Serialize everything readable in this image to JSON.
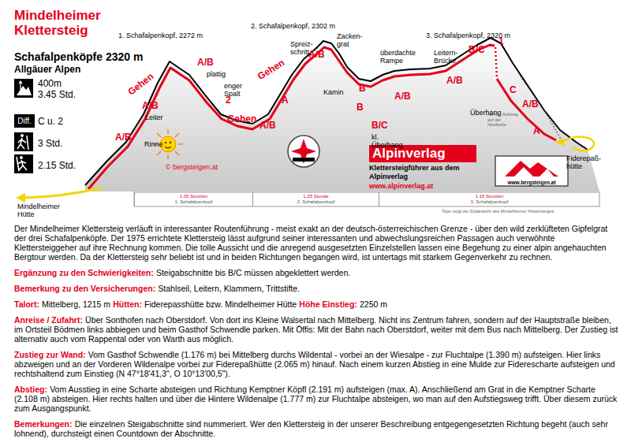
{
  "diagram": {
    "title": "Mindelheimer Klettersteig",
    "nodes": [
      {
        "text": [
          "Diff."
        ]
      },
      {
        "text": [
          "Alpinverlag"
        ]
      },
      {
        "text": [
          "www.bergsteigen.at"
        ]
      },
      {
        "text": [
          "1.05 Stunden",
          "1. Schafalpenkopf"
        ]
      },
      {
        "text": [
          "1.25 Stunde",
          "2. Schafalpenkopf"
        ]
      },
      {
        "text": [
          "1.15 Stunden",
          "3. Schafalpenkopf"
        ]
      }
    ],
    "labels": [
      "Schafalpenköpfe 2320 m",
      "Allgäuer Alpen",
      "400m",
      "3.45 Std.",
      "C u. 2",
      "3 Std.",
      "2.15 Std.",
      "1. Schafalpenkopf, 2272 m",
      "2. Schafalpenkopf, 2302 m",
      "3. Schafalpenkopf, 2320 m",
      "A/B",
      "Rinne",
      "A/B",
      "Leiter",
      "Gehen",
      "A/B",
      "plattig",
      "enger Spalt",
      "2",
      "Gehen",
      "A/B",
      "Gehen",
      "A",
      "Spreiz-schritt",
      "Zacken-grat",
      "A/B",
      "Kamin",
      "B",
      "B",
      "B/C",
      "kl. Überhang",
      "A/B",
      "überdachte Rampe",
      "Leitern-Brücke",
      "A/B",
      "B/C",
      "1",
      "Überhang",
      "C",
      "A/B",
      "A",
      "Ab hier Aufstieg auf der Nordseite",
      "Fiderepaß-hütte",
      "Mindelheimer Hütte",
      "© bergsteigen.at",
      "Klettersteigführer aus dem Alpinverlag",
      "www.alpinverlag.at",
      "Topo zeigt die Südansicht des Mindelheimer Klettersteiges",
      "Der Mindelheimer Klettersteig verläuft in interessanter Routenführung - meist exakt an der deutsch-österreichischen Grenze - über den wild zerklüfteten Gipfelgrat der drei Schafalpenköpfe. Der 1975 errichtete Klettersteig lässt aufgrund seiner interessanten und abwechslungsreichen Passagen auch verwöhnte Klettersteiggeher auf ihre Rechnung kommen. Die tolle Aussicht und die anregend ausgesetzten Einzelstellen lassen eine Begehung zu einer alpin angehauchten Bergtour werden. Da der Klettersteig sehr beliebt ist und in beiden Richtungen begangen wird, ist untertags mit starkem Gegenverkehr zu rechnen.",
      "Ergänzung zu den Schwierigkeiten:",
      "Steigabschnitte bis B/C müssen abgeklettert werden.",
      "Bemerkung zu den Versicherungen:",
      "Stahlseil, Leitern, Klammern, Trittstifte.",
      "Talort:",
      "Mittelberg, 1215 m",
      "Hütten:",
      "Fiderepasshütte bzw. Mindelheimer Hütte",
      "Höhe Einstieg:",
      "2250 m",
      "Anreise / Zufahrt:",
      "Über Sonthofen nach Oberstdorf. Von dort ins Kleine Walsertal nach Mittelberg. Nicht ins Zentrum fahren, sondern auf der Hauptstraße bleiben, im Ortsteil Bödmen links abbiegen und beim Gasthof Schwendle parken. Mit Öffis: Mit der Bahn nach Oberstdorf, weiter mit dem Bus nach Mittelberg. Der Zustieg ist alternativ auch vom Rappental oder von Warth aus möglich.",
      "Zustieg zur Wand:",
      "Vom Gasthof Schwendle (1.176 m) bei Mittelberg durchs Wildental - vorbei an der Wiesalpe - zur Fluchtalpe (1.390 m) aufsteigen. Hier links abzweigen und an der Vorderen Wildenalpe vorbei zur Fiderepaßhütte (2.065 m) hinauf. Nach einem kurzen Abstieg in eine Mulde zur Fiderescharte aufsteigen und rechtshaltend zum Einstieg (N 47°18'41,3\", O 10°13'00,5\").",
      "Abstieg:",
      "Vom Ausstieg in eine Scharte absteigen und Richtung Kemptner Köpfl (2.191 m) aufsteigen (max. A). Anschließend am Grat in die Kemptner Scharte (2.108 m) absteigen. Hier rechts halten und über die Hintere Wildenalpe (1.777 m) zur Fluchtalpe absteigen, wo man auf den Aufstiegsweg trifft. Über diesem zurück zum Ausgangspunkt.",
      "Bemerkungen:",
      "Die einzelnen Steigabschnitte sind nummeriert. Wer den Klettersteig in der unserer Beschreibung entgegengesetzten Richtung begeht (auch sehr lohnend), durchsteigt einen Countdown der Abschnitte."
    ]
  }
}
